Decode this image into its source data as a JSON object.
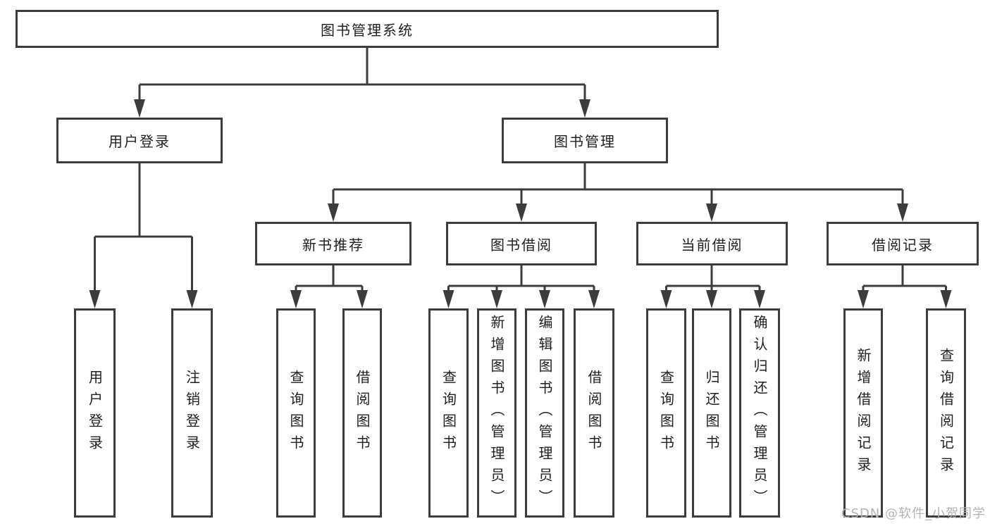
{
  "diagram": {
    "root": {
      "label": "图书管理系统"
    },
    "level2": [
      {
        "label": "用户登录"
      },
      {
        "label": "图书管理"
      }
    ],
    "level3": [
      {
        "label": "新书推荐"
      },
      {
        "label": "图书借阅"
      },
      {
        "label": "当前借阅"
      },
      {
        "label": "借阅记录"
      }
    ],
    "leaves": {
      "user_login": [
        "用户登录",
        "注销登录"
      ],
      "new_book": [
        "查询图书",
        "借阅图书"
      ],
      "book_borrow": [
        "查询图书",
        "新增图书（管理员）",
        "编辑图书（管理员）",
        "借阅图书"
      ],
      "current_borrow": [
        "查询图书",
        "归还图书",
        "确认归还（管理员）"
      ],
      "borrow_records": [
        "新增借阅记录",
        "查询借阅记录"
      ]
    },
    "watermark": "CSDN @软件_小贺同学",
    "colors": {
      "line": "#3c3c3c",
      "text": "#1f1f1f",
      "watermark": "#b3b3b3",
      "background": "#ffffff"
    }
  }
}
